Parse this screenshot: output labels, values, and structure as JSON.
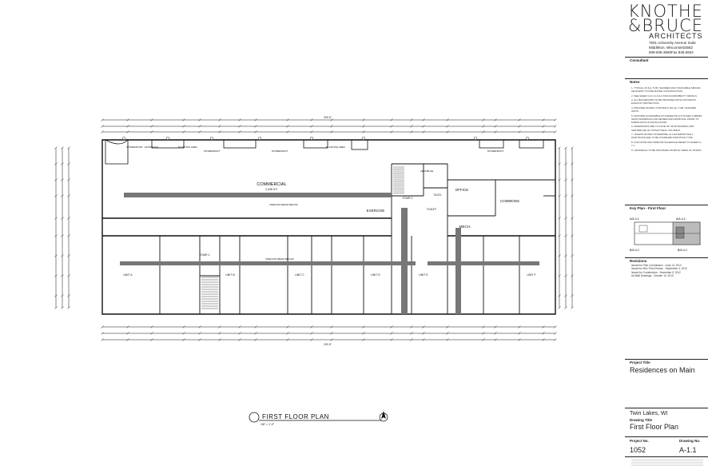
{
  "firm": {
    "name_line1": "KNOTHE",
    "name_line2": "&BRUCE",
    "name_line3": "ARCHITECTS",
    "address_line1": "7601 University Avenue Suite",
    "address_line2": "Middleton, Wisconsin53562",
    "address_line3": "608-836-3690Fax 836-6934"
  },
  "title_block": {
    "consultant_label": "Consultant",
    "notes_label": "Notes",
    "key_plan_label": "Key Plan - First Floor",
    "revisions_label": "Revisions",
    "project_title_label": "Project Title",
    "project_title": "Residences on Main",
    "location": "Twin Lakes, WI",
    "drawing_title_label": "Drawing Title",
    "drawing_title": "First Floor Plan",
    "project_no_label": "Project No.",
    "project_no": "1052",
    "drawing_no_label": "Drawing No.",
    "drawing_no": "A-1.1",
    "key_plan_tags": [
      "A/A-4.1",
      "A/A-4.2",
      "B/A-4.2",
      "B/A-4.2"
    ]
  },
  "notes": [
    "1. TYPICAL AT ALL TUB / SHOWER AND STACKABLE SPACES ADJACENT TO FIRE RATED CONSTRUCTION",
    "2. SEE SHEET A-9.1 & A-9.2 FOR ACCESSIBILITY DETAILS.",
    "3. ALL BATHROOMS TO BE PROVIDED WITH AUTOMATIC EXHAUST PROTECTION.",
    "4. PROVIDE OFFSET CONTROLS ON ALL TUB / SHOWER UNITS.",
    "5. PROVIDE ACCESSIBLE KITCHENETTE & KITCHEN CABINET SHOP DRAWINGS FOR REVIEW AND APPROVAL PRIOR TO FABRICATION & INSTALLATION.",
    "6. DIMENSIONS ARE TO FACE OF STUD FRAMING AND CENTERLINE OF STRUCTURAL COLUMNS.",
    "7. UNLESS NOTED OTHERWISE, ALL EXTERIOR WALL PARTITIONS ARE TO BE STANDARD PARTITION TYPE.",
    "8. FOR DOOR AND WINDOW SCHEDULE REFER TO SHEET A-7.1",
    "9. HANDRAILS TO BE PROVIDED ON BOTH SIDES OF STAIRS."
  ],
  "revisions": [
    "Issued for Plan Commission - June 13, 2012",
    "Issued for Bid / Plan Review - September 4, 2012",
    "Issued for Construction - November 5, 2012",
    "As-Built Drawings - October 10, 2013"
  ],
  "plan": {
    "title": "FIRST FLOOR PLAN",
    "scale": "1/8\" = 1'-0\"",
    "rooms": {
      "commercial": "COMMERCIAL",
      "commercial_area": "2,345 S.F.",
      "exercise": "EXERCISE",
      "office": "OFFICE",
      "commons": "COMMONS",
      "mech": "MECH.",
      "stair1": "STAIR 1",
      "stair2": "STAIR 2",
      "toilet": "TOILET",
      "elev": "ELEV.",
      "vestibule": "VESTIBULE",
      "storefront1": "STOREFRONT - ENTRANCE",
      "planting": "PLANTING AREA",
      "storefront": "STOREFRONT",
      "beam": "PRECAST BEAM BELOW",
      "unit_a": "UNIT A",
      "unit_b": "UNIT B",
      "unit_c": "UNIT C",
      "unit_d": "UNIT D",
      "unit_e": "UNIT E",
      "unit_f": "UNIT F"
    },
    "overall_dim": "216'-6\""
  },
  "colors": {
    "line": "#111111",
    "hatch": "#777777",
    "paper": "#ffffff"
  }
}
